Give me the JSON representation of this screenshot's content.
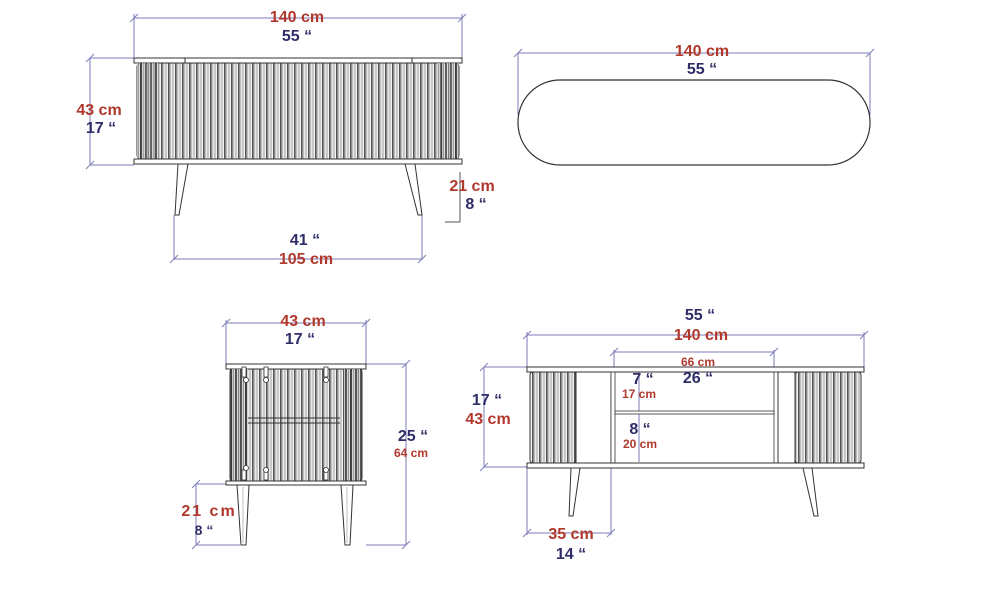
{
  "colors": {
    "metric_label": "#b0382c",
    "imperial_label": "#2e2d68",
    "dimension_line": "#7d7db9",
    "outline": "#333333"
  },
  "views": {
    "front": {
      "width_cm": "140 cm",
      "width_in": "55 “",
      "height_cm": "43 cm",
      "height_in": "17 “",
      "leg_height_cm": "21 cm",
      "leg_height_in": "8 “",
      "leg_span_in": "41 “",
      "leg_span_cm": "105 cm"
    },
    "top": {
      "width_cm": "140 cm",
      "width_in": "55 “"
    },
    "side": {
      "depth_cm": "43 cm",
      "depth_in": "17 “",
      "total_height_in": "25 “",
      "total_height_cm": "64 cm",
      "leg_height_cm": "21 cm",
      "leg_height_in": "8 “"
    },
    "open": {
      "width_in": "55 “",
      "width_cm": "140 cm",
      "inner_width_cm": "66 cm",
      "inner_width_in": "26 “",
      "upper_shelf_in": "7 “",
      "upper_shelf_cm": "17 cm",
      "lower_shelf_in": "8 “",
      "lower_shelf_cm": "20 cm",
      "body_height_in": "17 “",
      "body_height_cm": "43 cm",
      "door_width_cm": "35 cm",
      "door_width_in": "14 “"
    }
  }
}
